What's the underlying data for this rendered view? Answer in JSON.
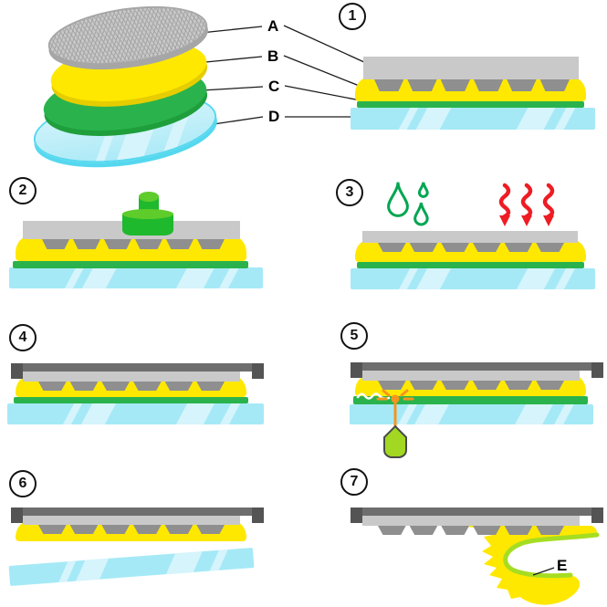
{
  "diagram": {
    "title": "soft-lithography film molding and peeling process",
    "stack_labels": [
      "A",
      "B",
      "C",
      "D"
    ],
    "peel_label": "E",
    "step_numbers": [
      "1",
      "2",
      "3",
      "4",
      "5",
      "6",
      "7"
    ],
    "icons": [
      "grid-mold-disc",
      "press-weight",
      "solvent-droplets",
      "heat-arrows",
      "scalpel",
      "peeled-film"
    ]
  },
  "colors": {
    "mold": "#c9c9c9",
    "teeth": "#8f8f8f",
    "holder": "#6e6e6e",
    "holder-tab": "#545454",
    "yellow": "#ffe800",
    "green": "#2ab34c",
    "green-edge": "#1f9e3c",
    "glass": "#a5e9f7",
    "glass-light": "#d5f4fb",
    "glass-edge": "#55d8ef",
    "weight": "#1fb92e",
    "weight-top": "#5ecc2b",
    "blade": "#a2d821",
    "blade-edge": "#4a4a4a",
    "orange": "#f7941e",
    "red": "#ee1c23",
    "droplet": "#00a651",
    "line": "#1c1c1c",
    "membrane-green": "#a6dd22"
  }
}
